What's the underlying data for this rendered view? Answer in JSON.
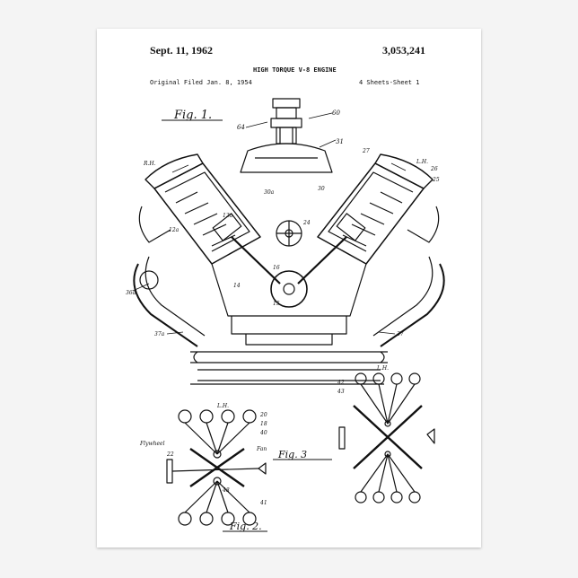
{
  "header": {
    "date": "Sept. 11, 1962",
    "patent_number": "3,053,241",
    "title": "HIGH TORQUE V-8 ENGINE",
    "filed": "Original Filed Jan. 8, 1954",
    "sheets": "4 Sheets-Sheet 1"
  },
  "figures": {
    "fig1": "Fig. 1.",
    "fig2": "Fig. 2.",
    "fig3": "Fig. 3"
  },
  "labels": {
    "rh": "R.H.",
    "lh": "L.H.",
    "lh_fig2": "L.H.",
    "lh_fig3": "L.H.",
    "flywheel": "Flywheel",
    "fan": "Fan",
    "n60": "60",
    "n64": "64",
    "n31": "31",
    "n27": "27",
    "n26": "26",
    "n25": "25",
    "n37": "37",
    "n37a": "37a",
    "n36a": "36a",
    "n12a": "12a",
    "n13a": "13a",
    "n24": "24",
    "n16": "16",
    "n15": "15",
    "n14": "14",
    "n30": "30",
    "n30a": "30a",
    "n22": "22",
    "n20": "20",
    "n18": "18",
    "n40": "40",
    "n48": "48",
    "n41": "41",
    "n42": "42",
    "n43": "43"
  }
}
